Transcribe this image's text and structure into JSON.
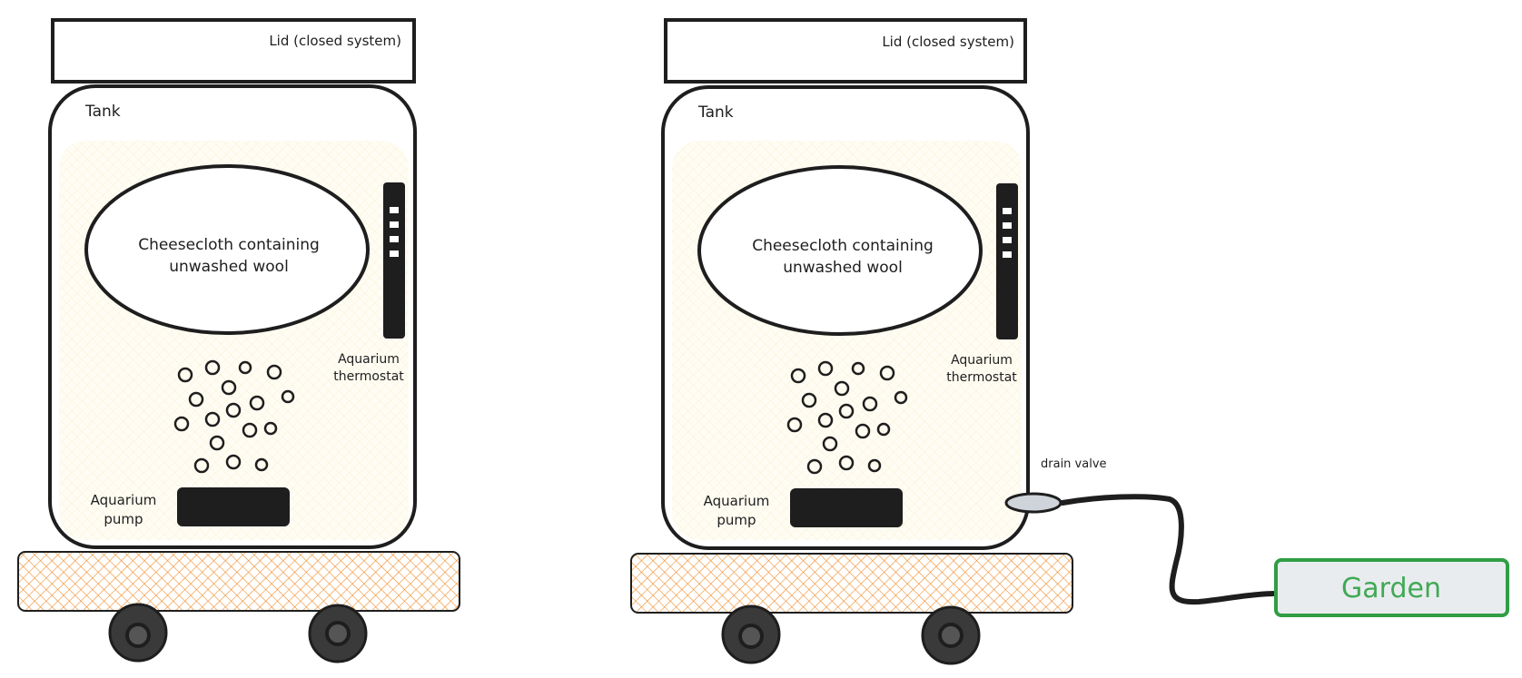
{
  "diagrams": [
    {
      "id": "left",
      "lid_label": "Lid (closed system)",
      "tank_label": "Tank",
      "cheesecloth_label": [
        "Cheesecloth containing",
        "unwashed wool"
      ],
      "thermostat_label": [
        "Aquarium",
        "thermostat"
      ],
      "pump_label": [
        "Aquarium",
        "pump"
      ]
    },
    {
      "id": "right",
      "lid_label": "Lid (closed system)",
      "tank_label": "Tank",
      "cheesecloth_label": [
        "Cheesecloth containing",
        "unwashed wool"
      ],
      "thermostat_label": [
        "Aquarium",
        "thermostat"
      ],
      "pump_label": [
        "Aquarium",
        "pump"
      ],
      "drain_label": "drain valve",
      "garden_label": "Garden"
    }
  ],
  "colors": {
    "stroke": "#1e1e1e",
    "tank_fill": "#fffdf3",
    "cart_hatch": "#f08c28",
    "wheel_fill": "#3a3a3a",
    "valve_fill": "#ced4da",
    "garden_stroke": "#2f9e44",
    "garden_fill": "#e9ecef",
    "garden_text": "#40a955"
  }
}
